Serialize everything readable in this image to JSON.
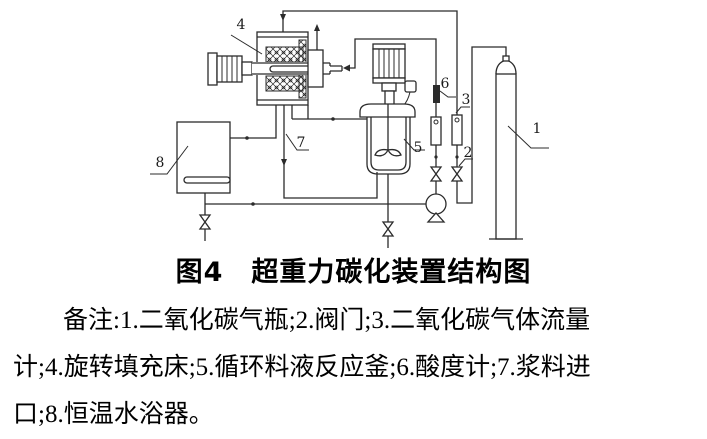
{
  "caption": {
    "title": "图4　超重力碳化装置结构图"
  },
  "notes": {
    "full_text": "备注:1.二氧化碳气瓶;2.阀门;3.二氧化碳气体流量计;4.旋转填充床;5.循环料液反应釜;6.酸度计;7.浆料进口;8.恒温水浴器。",
    "lines": [
      "备注:1.二氧化碳气瓶;2.阀门;3.二氧化碳气体流量",
      "计;4.旋转填充床;5.循环料液反应釜;6.酸度计;7.浆料进",
      "口;8.恒温水浴器。"
    ]
  },
  "diagram": {
    "line_color": "#2b2b2b",
    "callouts": [
      {
        "num": "1",
        "part": "二氧化碳气瓶"
      },
      {
        "num": "2",
        "part": "阀门"
      },
      {
        "num": "3",
        "part": "二氧化碳气体流量计"
      },
      {
        "num": "4",
        "part": "旋转填充床"
      },
      {
        "num": "5",
        "part": "循环料液反应釜"
      },
      {
        "num": "6",
        "part": "酸度计"
      },
      {
        "num": "7",
        "part": "浆料进口"
      },
      {
        "num": "8",
        "part": "恒温水浴器"
      }
    ]
  }
}
